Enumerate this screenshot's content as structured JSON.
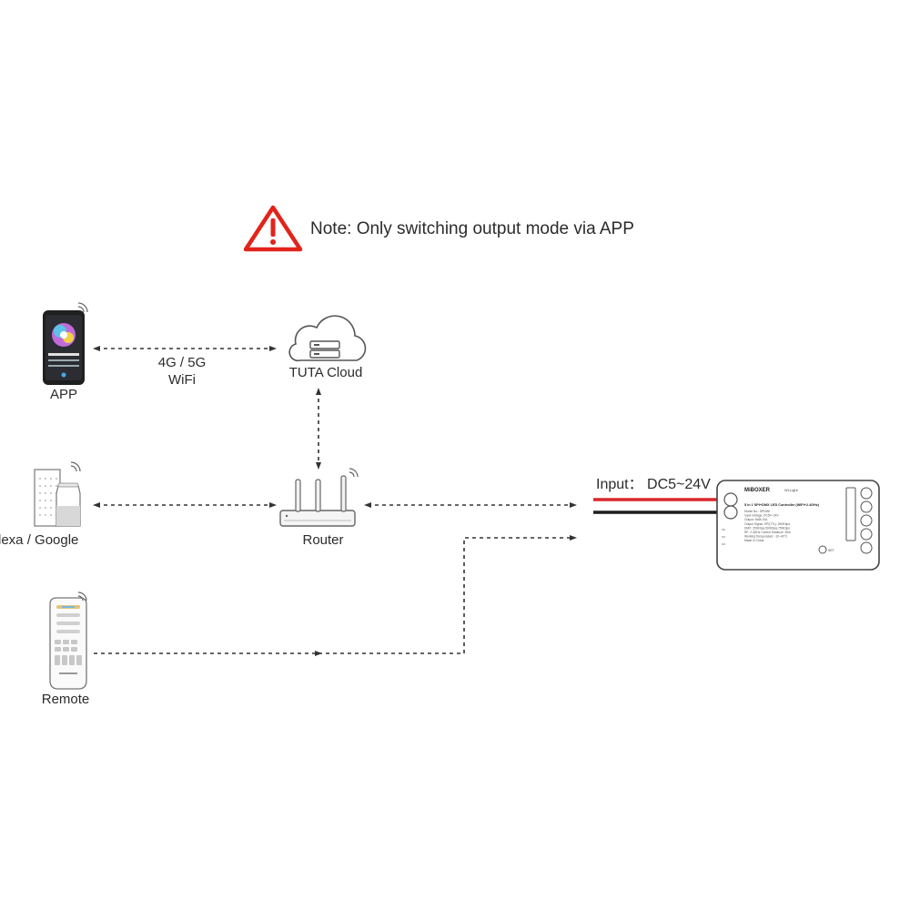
{
  "note": {
    "text": "Note: Only switching output mode via APP",
    "warning_icon": "warning-triangle-icon",
    "warning_color": "#e2231a"
  },
  "nodes": {
    "app": {
      "label": "APP",
      "icon": "smartphone-icon"
    },
    "cloud": {
      "label": "TUTA Cloud",
      "icon": "cloud-server-icon"
    },
    "alexa_google": {
      "label": "Alexa / Google",
      "icon": "smart-speaker-icon"
    },
    "router": {
      "label": "Router",
      "icon": "wifi-router-icon"
    },
    "remote": {
      "label": "Remote",
      "icon": "remote-control-icon"
    }
  },
  "links": {
    "app_cloud_line1": "4G / 5G",
    "app_cloud_line2": "WiFi"
  },
  "controller": {
    "input_label": "Input： DC5~24V",
    "brand": "MiBOXER",
    "series": "Wi-Light",
    "model_text": "5 in 1 SPI+DMX LED Controller (WiFi+2.4GHz)",
    "spec_lines": [
      "Model No.: SPI4WI",
      "Input Voltage: DC5V~24V",
      "Output: 6WA 10A",
      "Output Signal: SPI(TTL): 800Kbps",
      "DMX: 250Kbps,500Kbps,750Kbps",
      "RF: 2.4GHz  Control Distance: 30m",
      "Working Temperature: -10~40°C",
      "Made in China"
    ],
    "set_label": "SET",
    "wire_colors": {
      "positive": "#d9262b",
      "negative": "#1e1e1e"
    }
  }
}
